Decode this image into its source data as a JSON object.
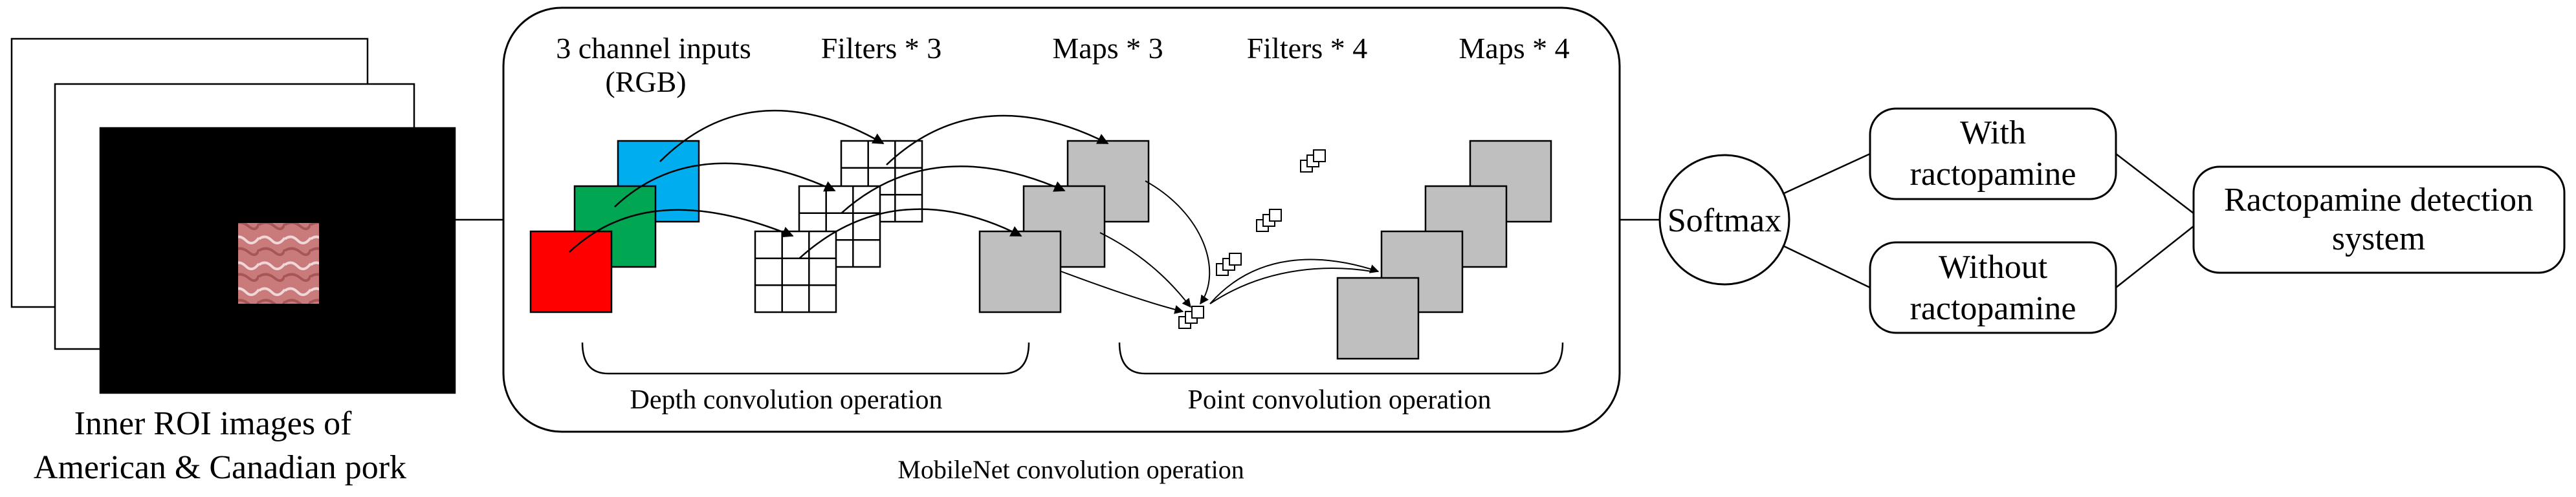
{
  "input": {
    "caption_line1": "Inner ROI images of",
    "caption_line2": "American & Canadian pork"
  },
  "mobilenet": {
    "inputs_line1": "3 channel inputs",
    "inputs_line2": "(RGB)",
    "filters3": "Filters * 3",
    "maps3": "Maps * 3",
    "filters4": "Filters * 4",
    "maps4": "Maps * 4",
    "depth_op": "Depth convolution operation",
    "point_op": "Point convolution operation",
    "caption": "MobileNet convolution operation",
    "colors": {
      "red": "#ff0000",
      "green": "#00a651",
      "blue": "#00aeef",
      "gray": "#bfbfbf"
    }
  },
  "softmax": {
    "label": "Softmax"
  },
  "outputs": {
    "with_line1": "With",
    "with_line2": "ractopamine",
    "without_line1": "Without",
    "without_line2": "ractopamine"
  },
  "system": {
    "line1": "Ractopamine detection",
    "line2": "system"
  }
}
